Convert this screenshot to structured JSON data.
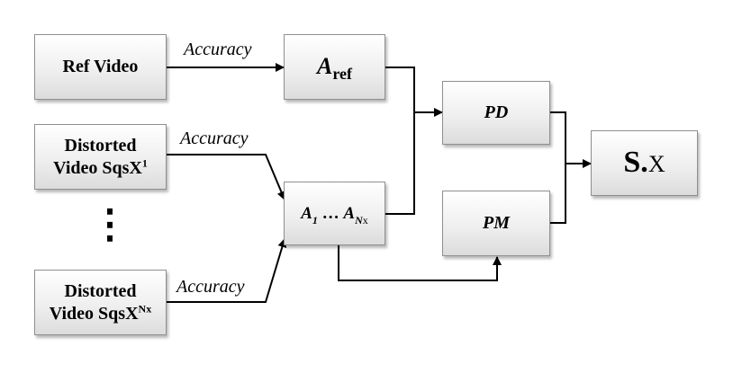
{
  "nodes": {
    "ref_video": "Ref Video",
    "distorted_1": {
      "line1": "Distorted",
      "line2": "Video SqsX",
      "sup": "1"
    },
    "distorted_n": {
      "line1": "Distorted",
      "line2": "Video SqsX",
      "sup": "Nx"
    },
    "ellipsis": "⋮",
    "a_ref": {
      "main": "A",
      "sub": "ref"
    },
    "a_list": {
      "a": "A",
      "s1": "1",
      "dots": " … ",
      "an": "A",
      "sn": "N",
      "x": "x"
    },
    "pd": "PD",
    "pm": "PM",
    "sx": {
      "bold": "S.",
      "rest": "X"
    }
  },
  "edge_labels": {
    "ref_accuracy": "Accuracy",
    "dist1_accuracy": "Accuracy",
    "distn_accuracy": "Accuracy"
  },
  "colors": {
    "border": "#8f8f8f",
    "line": "#000000"
  }
}
